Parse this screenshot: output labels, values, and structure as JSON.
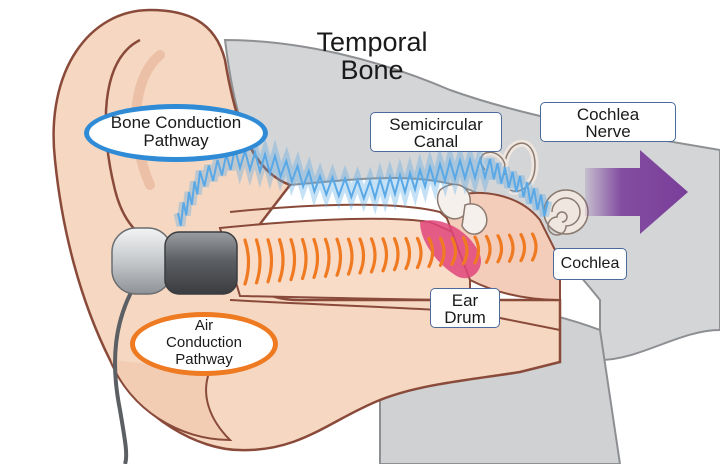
{
  "labels": {
    "temporal_bone": [
      "Temporal",
      "Bone"
    ],
    "bone_conduction": [
      "Bone Conduction",
      "Pathway"
    ],
    "air_conduction": [
      "Air",
      "Conduction",
      "Pathway"
    ],
    "semicircular_canal": [
      "Semicircular",
      "Canal"
    ],
    "cochlea_nerve": [
      "Cochlea",
      "Nerve"
    ],
    "cochlea": "Cochlea",
    "ear_drum": [
      "Ear",
      "Drum"
    ]
  },
  "colors": {
    "skin": "#f6d8c2",
    "skin_dark": "#e7b79a",
    "outline": "#8a4a3a",
    "bone_gray": "#c9cbcd",
    "bone_outline": "#8d8f92",
    "bone_wave": "#5aa9e6",
    "air_wave": "#f07a22",
    "nerve_arrow": "#7a3e9a",
    "ear_drum": "#e0457a",
    "bone_oval_border": "#2f8bd6",
    "air_oval_border": "#ee7a22",
    "earphone_body": "#6b6e72",
    "earphone_tip": "#cfd2d5"
  },
  "icons": [
    "earphone-icon",
    "cochlea-icon",
    "semicircular-canal-icon",
    "nerve-arrow-icon"
  ]
}
